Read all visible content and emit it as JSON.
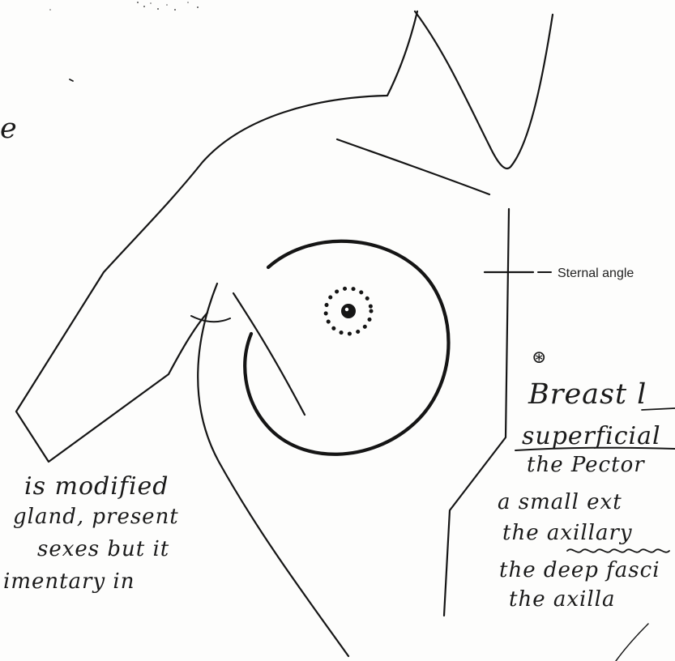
{
  "labels": {
    "sternal_angle": "Sternal angle",
    "top_left_fragment": "e",
    "asterisk": "⊛"
  },
  "left_note": {
    "lines": [
      "is modified",
      "gland, present",
      "sexes but it",
      "imentary in"
    ]
  },
  "right_note": {
    "lines": [
      "Breast l",
      "superficial",
      "the Pector",
      "a small ext",
      "the axillary",
      "the deep fasci",
      "the axilla"
    ]
  }
}
